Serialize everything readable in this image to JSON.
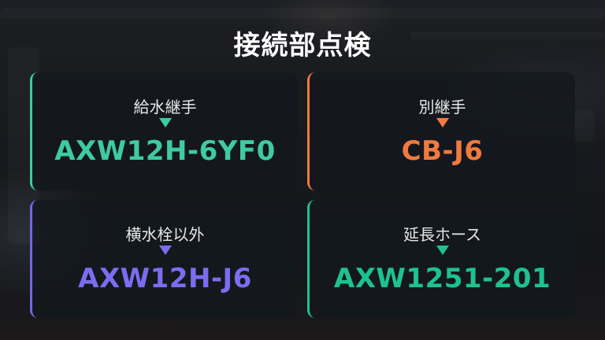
{
  "title": "接続部点検",
  "cards": [
    {
      "label": "給水継手",
      "code": "AXW12H-6YF0",
      "color": "#3ecba3"
    },
    {
      "label": "別継手",
      "code": "CB-J6",
      "color": "#f07a3e"
    },
    {
      "label": "横水栓以外",
      "code": "AXW12H-J6",
      "color": "#7b6df0"
    },
    {
      "label": "延長ホース",
      "code": "AXW1251-201",
      "color": "#1ec28e"
    }
  ]
}
